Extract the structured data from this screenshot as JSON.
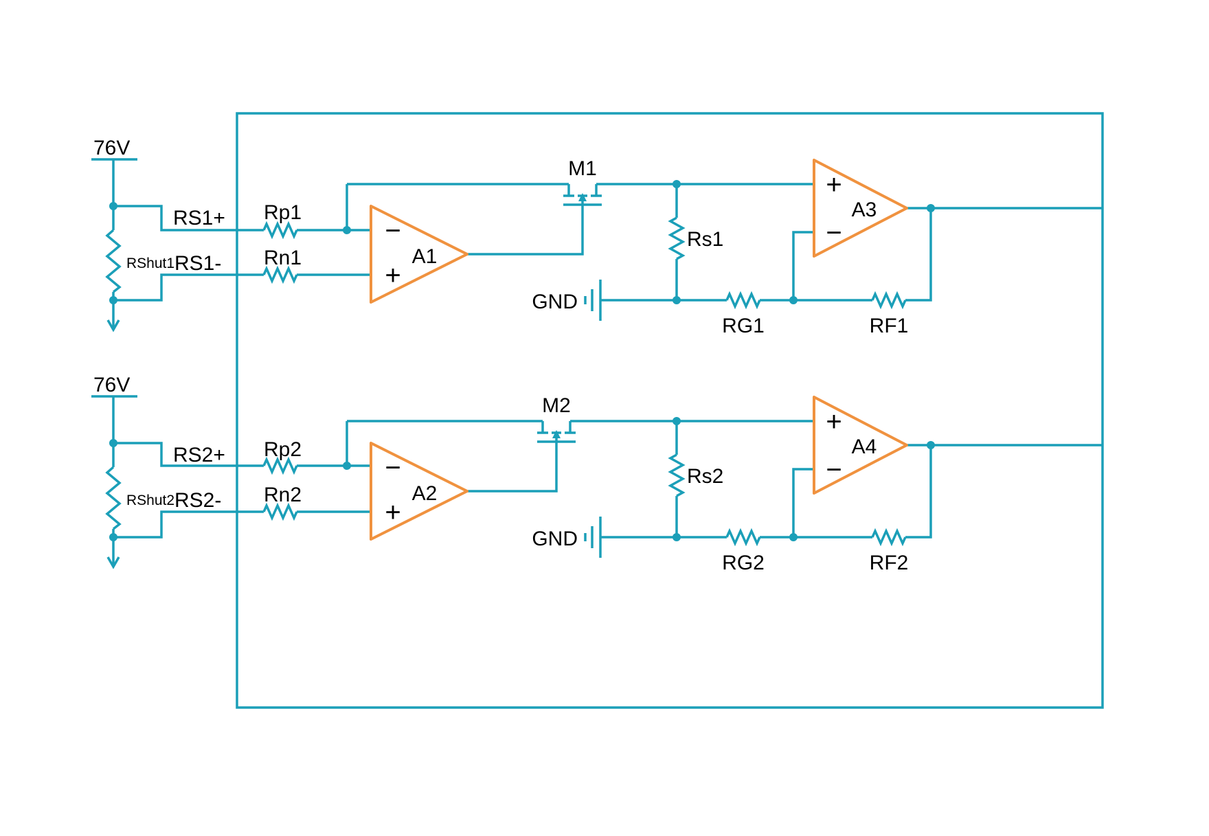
{
  "colors": {
    "wire": "#1B9FB8",
    "opamp_stroke": "#F0923F",
    "label_text": "#000000",
    "background": "#FFFFFF"
  },
  "symbols": {
    "plus": "+",
    "minus": "−"
  },
  "channel1": {
    "supply": "76V",
    "shunt": "RShut1",
    "sense_pos": "RS1+",
    "sense_neg": "RS1-",
    "r_pos": "Rp1",
    "r_neg": "Rn1",
    "input_amp": "A1",
    "mosfet": "M1",
    "sense_res": "Rs1",
    "ground": "GND",
    "gain_res": "RG1",
    "feedback_res": "RF1",
    "output_amp": "A3"
  },
  "channel2": {
    "supply": "76V",
    "shunt": "RShut2",
    "sense_pos": "RS2+",
    "sense_neg": "RS2-",
    "r_pos": "Rp2",
    "r_neg": "Rn2",
    "input_amp": "A2",
    "mosfet": "M2",
    "sense_res": "Rs2",
    "ground": "GND",
    "gain_res": "RG2",
    "feedback_res": "RF2",
    "output_amp": "A4"
  }
}
